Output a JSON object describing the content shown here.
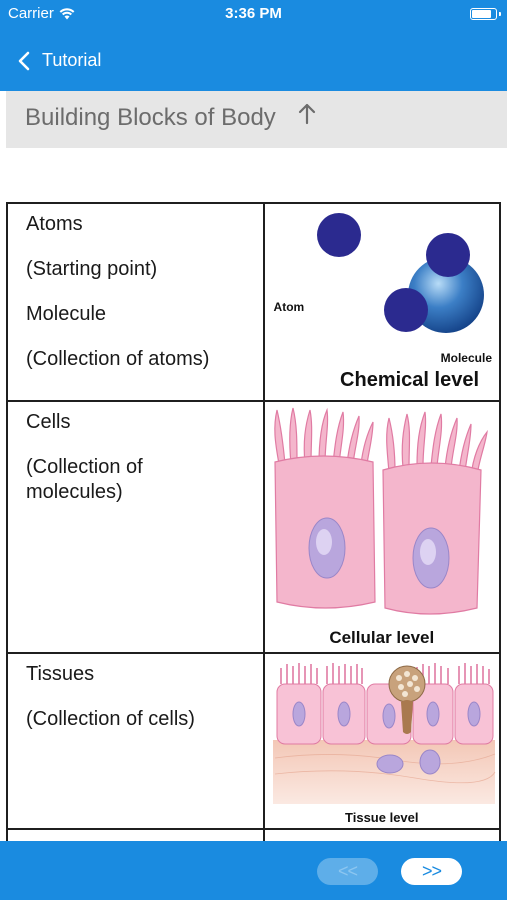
{
  "status": {
    "carrier": "Carrier",
    "time": "3:36 PM",
    "battery_level": 0.92
  },
  "nav": {
    "back_label": "Tutorial"
  },
  "header": {
    "title": "Building Blocks of Body"
  },
  "rows": [
    {
      "lines": [
        "Atoms",
        "(Starting point)",
        "Molecule",
        "(Collection of atoms)"
      ],
      "image": {
        "caption": "Chemical level",
        "label_atom": "Atom",
        "label_molecule": "Molecule"
      }
    },
    {
      "lines": [
        "Cells",
        "(Collection of molecules)"
      ],
      "image": {
        "caption": "Cellular level"
      }
    },
    {
      "lines": [
        "Tissues",
        "(Collection of cells)"
      ],
      "image": {
        "caption": "Tissue level"
      }
    }
  ],
  "toolbar": {
    "prev_label": "<<",
    "next_label": ">>"
  },
  "colors": {
    "accent": "#1a8be0",
    "header_bg": "#e6e6e6",
    "atom": "#2b2a8f",
    "cell_pink": "#f4b6cc",
    "nucleus": "#b9a6dd"
  },
  "icons": [
    "wifi-icon",
    "battery-icon",
    "chevron-left-icon",
    "arrow-up-icon"
  ]
}
